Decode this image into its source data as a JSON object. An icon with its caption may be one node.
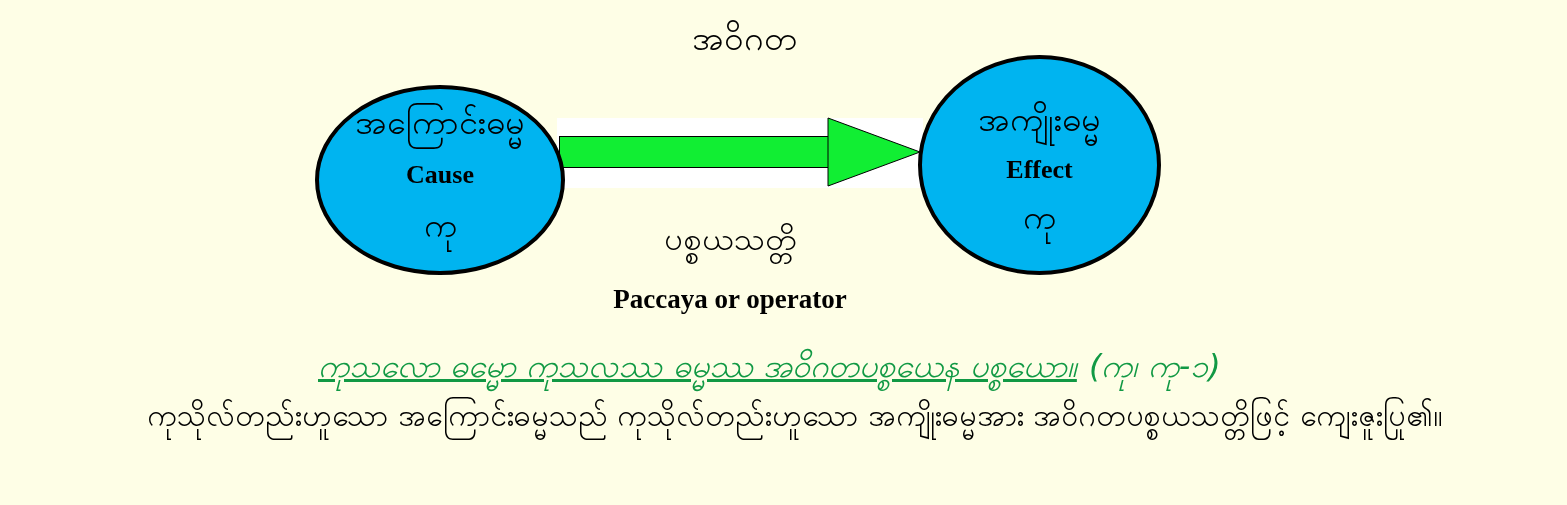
{
  "diagram": {
    "nodes": [
      {
        "text": [
          "အကြောင်းဓမ္မ",
          "Cause",
          "ကု"
        ]
      },
      {
        "text": [
          "အကျိုးဓမ္မ",
          "Effect",
          "ကု"
        ]
      }
    ],
    "edges": [
      {
        "from": 0,
        "to": 1,
        "arrow": "to",
        "label": "အဝိဂတ"
      }
    ],
    "labels": [
      "ပစ္စယသတ္တိ",
      "Paccaya or operator",
      "ကုသလော ဓမ္မော ကုသလဿ ဓမ္မဿ အဝိဂတပစ္စယေန ပစ္စယော။",
      "(ကု၊ ကု-၁)",
      "ကုသိုလ်တည်းဟူသော အကြောင်းဓမ္မသည် ကုသိုလ်တည်းဟူသော အကျိုးဓမ္မအား အဝိဂတပစ္စယသတ္တိဖြင့် ကျေးဇူးပြု၏။"
    ]
  }
}
